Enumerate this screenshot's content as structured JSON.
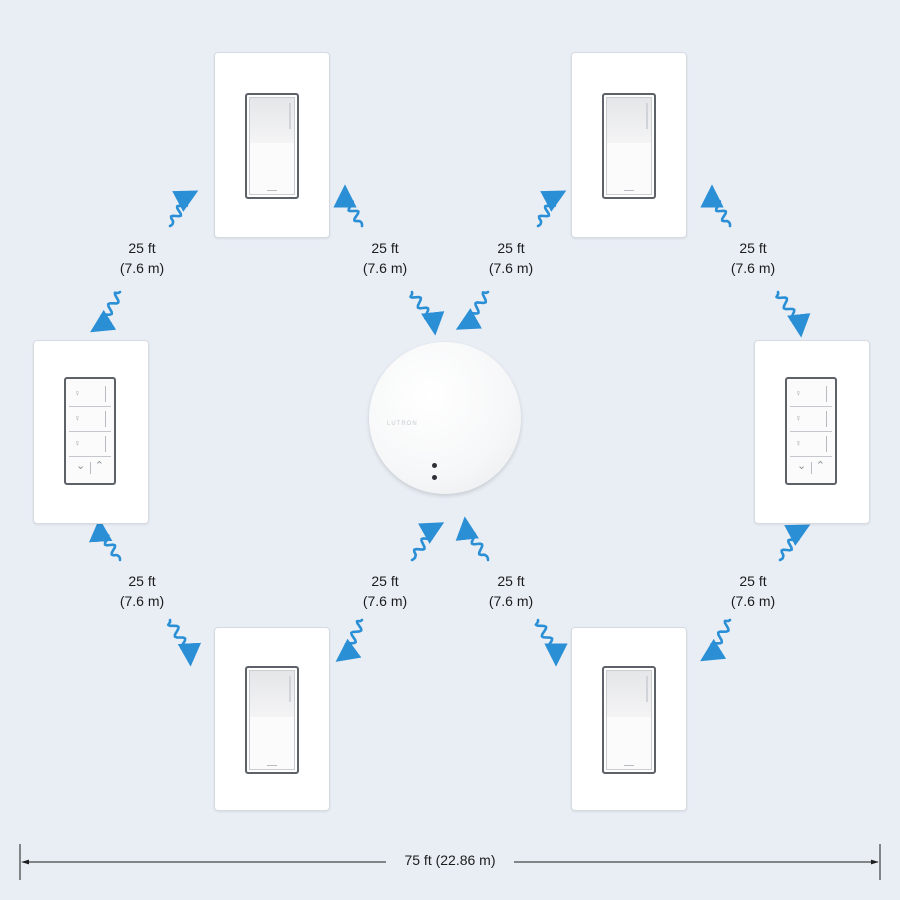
{
  "diagram": {
    "distance_labels": [
      {
        "line1": "25 ft",
        "line2": "(7.6 m)"
      },
      {
        "line1": "25 ft",
        "line2": "(7.6 m)"
      },
      {
        "line1": "25 ft",
        "line2": "(7.6 m)"
      },
      {
        "line1": "25 ft",
        "line2": "(7.6 m)"
      },
      {
        "line1": "25 ft",
        "line2": "(7.6 m)"
      },
      {
        "line1": "25 ft",
        "line2": "(7.6 m)"
      },
      {
        "line1": "25 ft",
        "line2": "(7.6 m)"
      },
      {
        "line1": "25 ft",
        "line2": "(7.6 m)"
      }
    ],
    "overall_dimension": "75 ft (22.86 m)",
    "hub_brand": "LUTRON",
    "devices": [
      "dimmer-switch",
      "dimmer-switch",
      "keypad",
      "keypad",
      "dimmer-switch",
      "dimmer-switch"
    ],
    "signal_color": "#2b8fd6",
    "background_color": "#e9eef5"
  }
}
